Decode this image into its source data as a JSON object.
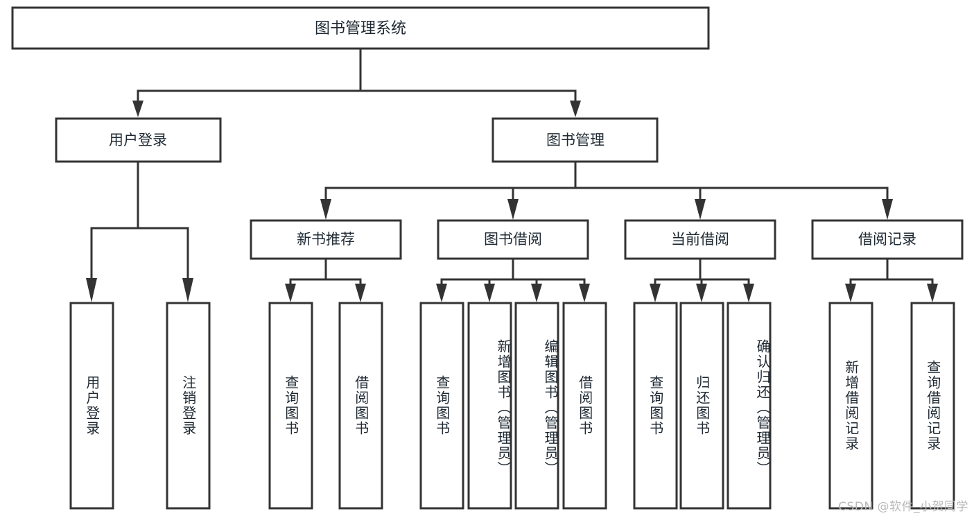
{
  "diagram": {
    "title": "图书管理系统",
    "type": "tree-hierarchy",
    "watermark": "CSDN @软件_小贺同学",
    "colors": {
      "stroke": "#333333",
      "fill": "#ffffff",
      "text": "#1f2933",
      "watermark": "#b9b9b9"
    },
    "root": {
      "label": "图书管理系统"
    },
    "level2": [
      {
        "label": "用户登录"
      },
      {
        "label": "图书管理"
      }
    ],
    "level3": [
      {
        "label": "新书推荐"
      },
      {
        "label": "图书借阅"
      },
      {
        "label": "当前借阅"
      },
      {
        "label": "借阅记录"
      }
    ],
    "leaves": {
      "user_login": [
        {
          "label": "用户登录"
        },
        {
          "label": "注销登录"
        }
      ],
      "new_book_recommend": [
        {
          "label": "查询图书"
        },
        {
          "label": "借阅图书"
        }
      ],
      "book_borrow": [
        {
          "label": "查询图书"
        },
        {
          "label": "新增图书（管理员）"
        },
        {
          "label": "编辑图书（管理员）"
        },
        {
          "label": "借阅图书"
        }
      ],
      "current_borrow": [
        {
          "label": "查询图书"
        },
        {
          "label": "归还图书"
        },
        {
          "label": "确认归还（管理员）"
        }
      ],
      "borrow_record": [
        {
          "label": "新增借阅记录"
        },
        {
          "label": "查询借阅记录"
        }
      ]
    }
  }
}
